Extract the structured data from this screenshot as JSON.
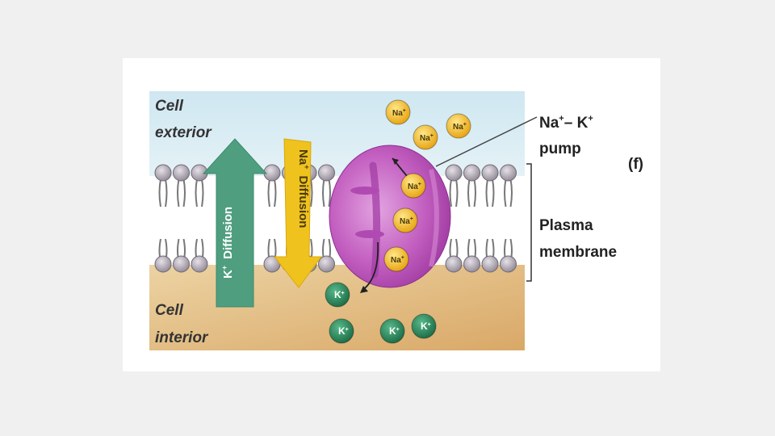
{
  "figure": {
    "panel_label": "(f)",
    "regions": {
      "exterior": [
        "Cell",
        "exterior"
      ],
      "interior": [
        "Cell",
        "interior"
      ]
    },
    "membrane_label": [
      "Plasma",
      "membrane"
    ],
    "pump_label": {
      "line1_a": "Na",
      "line1_sup_a": "+",
      "line1_b": "– K",
      "line1_sup_b": "+",
      "line2": "pump"
    },
    "k_diffusion": {
      "ion": "K",
      "charge": "+",
      "text": "Diffusion"
    },
    "na_diffusion": {
      "ion": "Na",
      "charge": "+",
      "text": "Diffusion"
    },
    "ions": {
      "sodium_label": "Na",
      "sodium_charge": "+",
      "potassium_label": "K",
      "potassium_charge": "+"
    },
    "colors": {
      "exterior": "#d6ebf2",
      "interior": "#e8c58e",
      "pump": "#c35fc0",
      "sodium": "#f2b71c",
      "potassium": "#2a8a5c",
      "k_arrow": "#4f9e80",
      "na_arrow": "#f0c21d"
    }
  }
}
